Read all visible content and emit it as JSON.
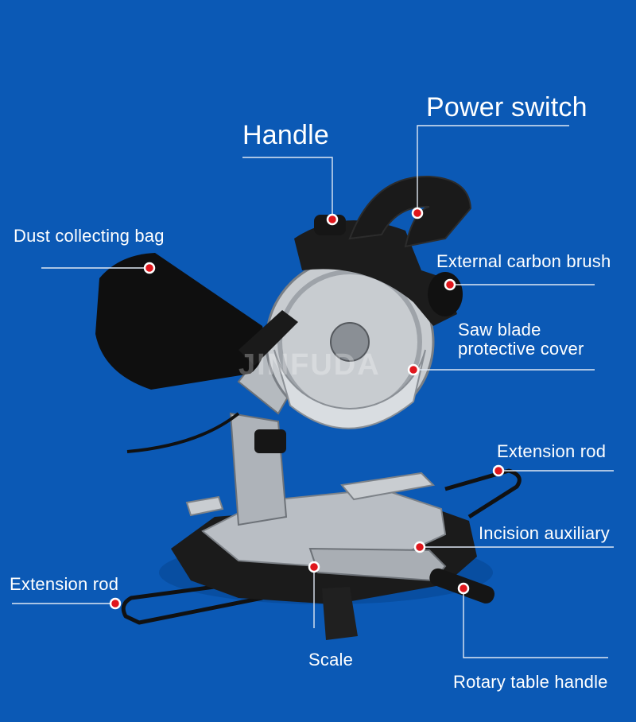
{
  "watermark": "JINFUDA",
  "labels": {
    "handle": "Handle",
    "power_switch": "Power switch",
    "dust_bag": "Dust collecting bag",
    "carbon_brush": "External carbon brush",
    "blade_cover_line1": "Saw blade",
    "blade_cover_line2": "protective cover",
    "extension_rod_right": "Extension rod",
    "incision_auxiliary": "Incision auxiliary",
    "extension_rod_left": "Extension rod",
    "scale": "Scale",
    "rotary_handle": "Rotary table handle"
  },
  "colors": {
    "background": "#0b59b5",
    "leader_line": "#dfe8f4",
    "marker": "#e0161c",
    "label_text": "#ffffff"
  }
}
